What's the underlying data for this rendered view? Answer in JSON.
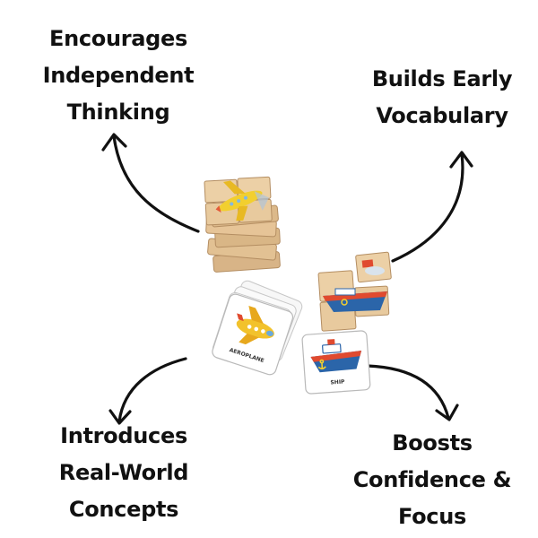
{
  "benefits": {
    "top_left": [
      "Encourages",
      "Independent",
      "Thinking"
    ],
    "top_right": [
      "Builds Early",
      "Vocabulary"
    ],
    "bottom_left": [
      "Introduces",
      "Real-World",
      "Concepts"
    ],
    "bottom_right": [
      "Boosts",
      "Confidence &",
      "Focus"
    ]
  },
  "cards": {
    "aeroplane": "AEROPLANE",
    "ship": "SHIP"
  },
  "colors": {
    "text": "#111111",
    "wood": "#e6c497",
    "arrow": "#111111"
  }
}
